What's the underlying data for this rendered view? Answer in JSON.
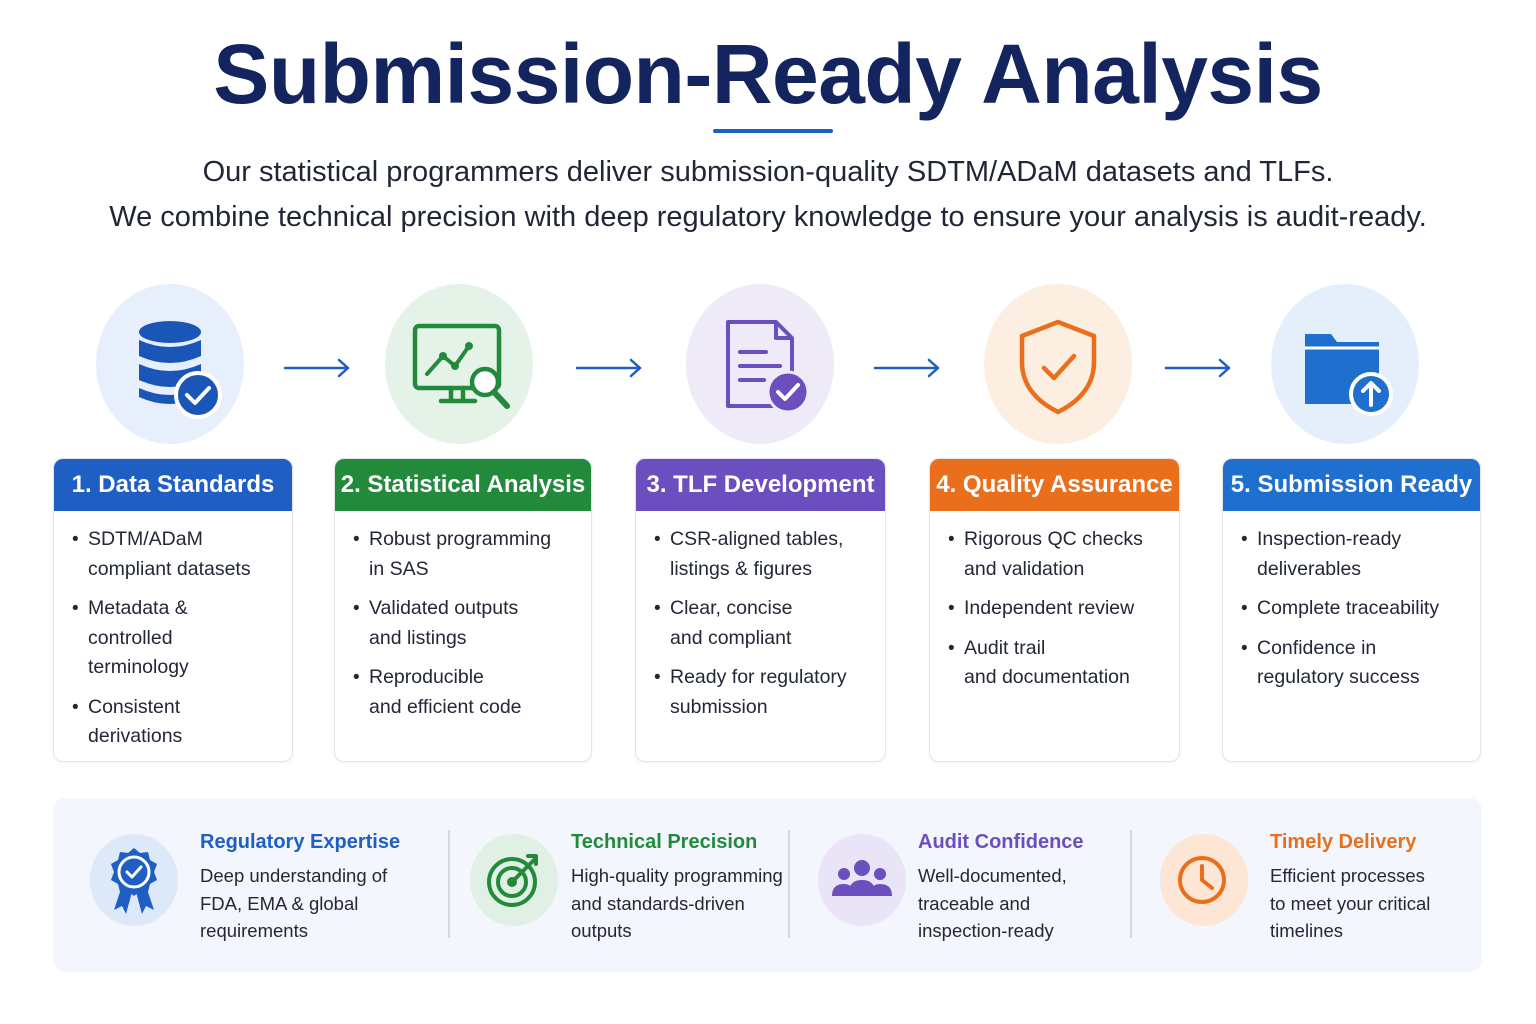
{
  "header": {
    "title": "Submission-Ready Analysis",
    "subtitle_lines": [
      "Our statistical programmers deliver submission-quality SDTM/ADaM datasets and TLFs.",
      "We combine technical precision with deep regulatory knowledge to ensure your analysis is audit-ready."
    ]
  },
  "colors": {
    "title": "#13245e",
    "blue": "#1f5fc4",
    "green": "#238a3c",
    "purple": "#6b4fbf",
    "orange": "#e96f1c",
    "step5_blue": "#1f6fce"
  },
  "steps": [
    {
      "title": "1. Data Standards",
      "icon": "database-check-icon",
      "color": "#1f5fc4",
      "bullets": [
        [
          "SDTM/ADaM",
          "compliant datasets"
        ],
        [
          "Metadata &",
          "controlled",
          "terminology"
        ],
        [
          "Consistent",
          "derivations"
        ]
      ]
    },
    {
      "title": "2. Statistical Analysis",
      "icon": "monitor-chart-magnifier-icon",
      "color": "#238a3c",
      "bullets": [
        [
          "Robust programming",
          "in SAS"
        ],
        [
          "Validated outputs",
          "and listings"
        ],
        [
          "Reproducible",
          "and efficient code"
        ]
      ]
    },
    {
      "title": "3. TLF Development",
      "icon": "document-check-icon",
      "color": "#6b4fbf",
      "bullets": [
        [
          "CSR-aligned tables,",
          "listings & figures"
        ],
        [
          "Clear, concise",
          "and compliant"
        ],
        [
          "Ready for regulatory",
          "submission"
        ]
      ]
    },
    {
      "title": "4. Quality Assurance",
      "icon": "shield-check-icon",
      "color": "#e96f1c",
      "bullets": [
        [
          "Rigorous QC checks",
          "and validation"
        ],
        [
          "Independent review"
        ],
        [
          "Audit trail",
          "and documentation"
        ]
      ]
    },
    {
      "title": "5. Submission Ready",
      "icon": "folder-upload-icon",
      "color": "#1f6fce",
      "bullets": [
        [
          "Inspection-ready",
          "deliverables"
        ],
        [
          "Complete traceability"
        ],
        [
          "Confidence in",
          "regulatory success"
        ]
      ]
    }
  ],
  "benefits": [
    {
      "title": "Regulatory Expertise",
      "icon": "award-ribbon-icon",
      "color": "#1f5fc4",
      "lines": [
        "Deep understanding of",
        "FDA, EMA & global",
        "requirements"
      ]
    },
    {
      "title": "Technical Precision",
      "icon": "target-icon",
      "color": "#238a3c",
      "lines": [
        "High-quality programming",
        "and standards-driven",
        "outputs"
      ]
    },
    {
      "title": "Audit Confidence",
      "icon": "people-group-icon",
      "color": "#6b4fbf",
      "lines": [
        "Well-documented,",
        "traceable and",
        "inspection-ready"
      ]
    },
    {
      "title": "Timely Delivery",
      "icon": "clock-icon",
      "color": "#e96f1c",
      "lines": [
        "Efficient processes",
        "to meet your critical",
        "timelines"
      ]
    }
  ]
}
